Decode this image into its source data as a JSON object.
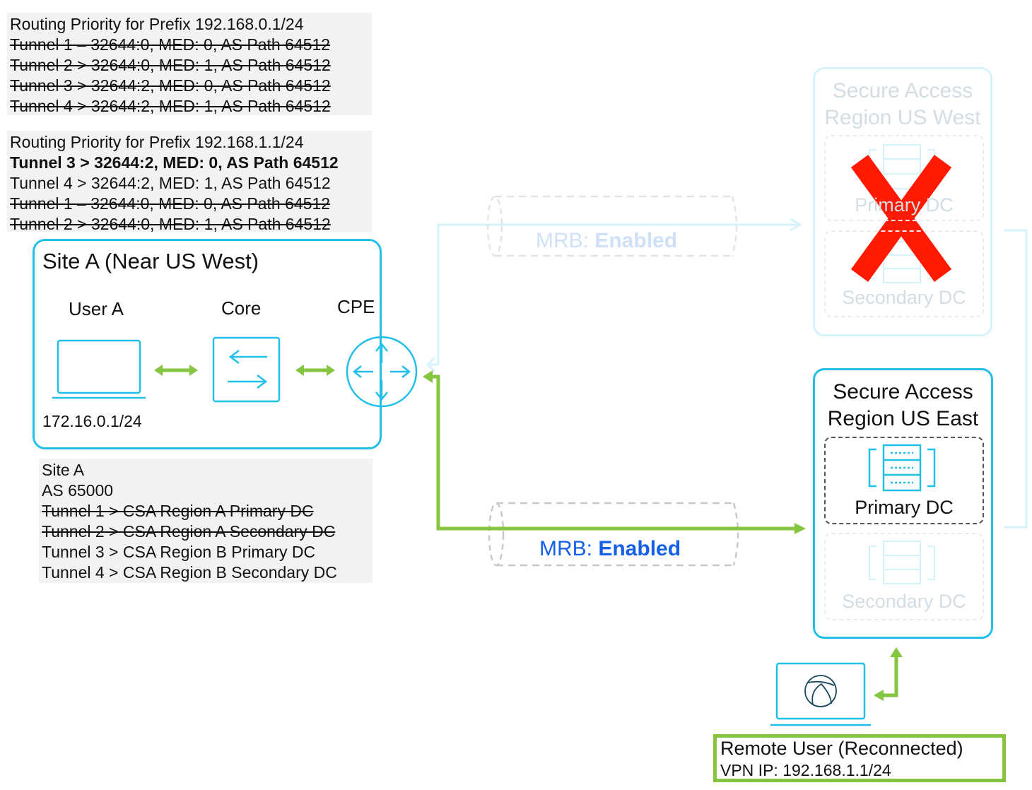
{
  "routing_prefix_0": {
    "title": "Routing Priority for Prefix 192.168.0.1/24",
    "lines": [
      "Tunnel 1 – 32644:0, MED: 0, AS Path 64512",
      "Tunnel 2 > 32644:0, MED: 1, AS Path 64512",
      "Tunnel 3 > 32644:2, MED: 0, AS Path 64512",
      "Tunnel 4 > 32644:2, MED: 1, AS Path 64512"
    ]
  },
  "routing_prefix_1": {
    "title": "Routing Priority for Prefix 192.168.1.1/24",
    "lines": [
      "Tunnel 3 > 32644:2, MED: 0, AS Path 64512",
      "Tunnel 4 > 32644:2, MED: 1, AS Path 64512",
      "Tunnel 1 – 32644:0, MED: 0, AS Path 64512",
      "Tunnel 2 > 32644:0, MED: 1, AS Path 64512"
    ]
  },
  "site": {
    "title": "Site A (Near US West)",
    "user_label": "User A",
    "core_label": "Core",
    "cpe_label": "CPE",
    "user_ip": "172.16.0.1/24"
  },
  "site_info": {
    "name": "Site A",
    "as": "AS 65000",
    "tunnels": [
      "Tunnel 1 > CSA Region A Primary DC",
      "Tunnel 2 > CSA Region A Secondary DC",
      "Tunnel 3 > CSA Region B Primary DC",
      "Tunnel 4 > CSA Region B Secondary DC"
    ]
  },
  "tunnel_west": {
    "mrb_label": "MRB:",
    "mrb_value": "Enabled"
  },
  "tunnel_east": {
    "mrb_label": "MRB:",
    "mrb_value": "Enabled"
  },
  "region_west": {
    "title_line1": "Secure Access",
    "title_line2": "Region US West",
    "primary": "Primary DC",
    "secondary": "Secondary DC"
  },
  "region_east": {
    "title_line1": "Secure Access",
    "title_line2": "Region US East",
    "primary": "Primary DC",
    "secondary": "Secondary DC"
  },
  "remote_user": {
    "title": "Remote User (Reconnected)",
    "vpn_ip": "VPN IP: 192.168.1.1/24"
  },
  "colors": {
    "cyan": "#22c0e8",
    "green": "#86c540",
    "blue": "#1560e6",
    "red": "#ff0000"
  }
}
